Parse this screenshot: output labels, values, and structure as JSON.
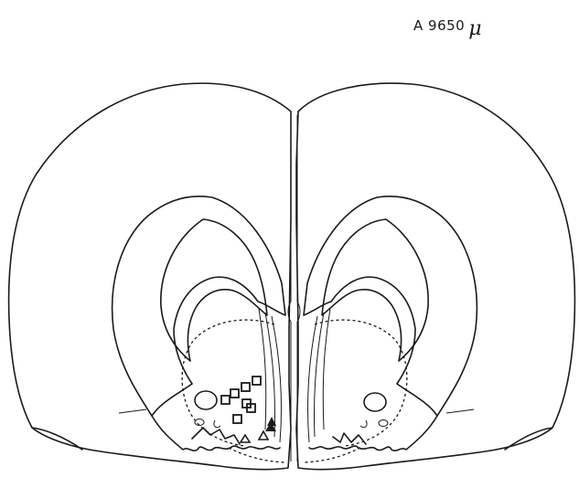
{
  "section_label": {
    "letter": "A",
    "value": "9650",
    "unit": "μ"
  },
  "markers": {
    "open_square": "open-square",
    "open_triangle": "open-triangle",
    "filled_triangle": "filled-triangle"
  }
}
